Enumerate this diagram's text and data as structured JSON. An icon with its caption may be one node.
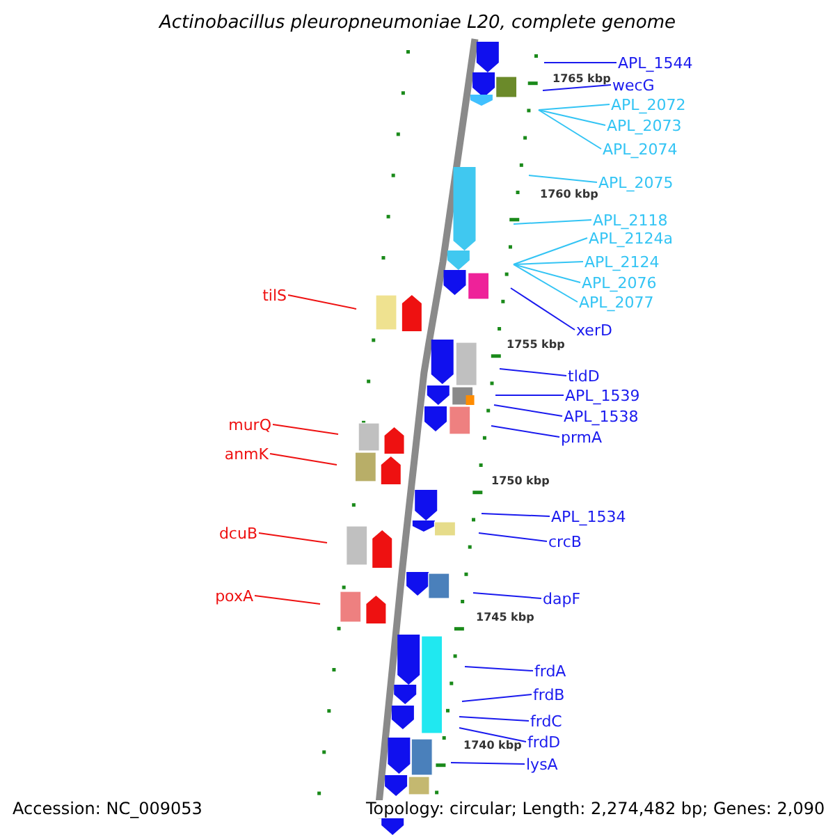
{
  "diagram": {
    "title": "Actinobacillus pleuropneumoniae L20, complete genome",
    "nodes": [
      {
        "text": [
          "APL_1544"
        ]
      },
      {
        "text": [
          "wecG"
        ]
      },
      {
        "text": [
          "APL_2072"
        ]
      },
      {
        "text": [
          "APL_2073"
        ]
      },
      {
        "text": [
          "APL_2074"
        ]
      },
      {
        "text": [
          "APL_2075"
        ]
      },
      {
        "text": [
          "APL_2118"
        ]
      },
      {
        "text": [
          "APL_2124a"
        ]
      },
      {
        "text": [
          "APL_2124"
        ]
      },
      {
        "text": [
          "APL_2076"
        ]
      },
      {
        "text": [
          "APL_2077"
        ]
      },
      {
        "text": [
          "xerD"
        ]
      },
      {
        "text": [
          "tilS"
        ]
      },
      {
        "text": [
          "tldD"
        ]
      },
      {
        "text": [
          "APL_1539"
        ]
      },
      {
        "text": [
          "APL_1538"
        ]
      },
      {
        "text": [
          "prmA"
        ]
      },
      {
        "text": [
          "murQ"
        ]
      },
      {
        "text": [
          "anmK"
        ]
      },
      {
        "text": [
          "APL_1534"
        ]
      },
      {
        "text": [
          "crcB"
        ]
      },
      {
        "text": [
          "dcuB"
        ]
      },
      {
        "text": [
          "dapF"
        ]
      },
      {
        "text": [
          "poxA"
        ]
      },
      {
        "text": [
          "frdA"
        ]
      },
      {
        "text": [
          "frdB"
        ]
      },
      {
        "text": [
          "frdC"
        ]
      },
      {
        "text": [
          "frdD"
        ]
      },
      {
        "text": [
          "lysA"
        ]
      }
    ],
    "edges": [
      {
        "from": 0,
        "to": null,
        "arrow": "none"
      },
      {
        "from": 1,
        "to": null,
        "arrow": "none"
      },
      {
        "from": 2,
        "to": null,
        "arrow": "none",
        "color": "#33c4f4"
      },
      {
        "from": 3,
        "to": null,
        "arrow": "none",
        "color": "#33c4f4"
      },
      {
        "from": 4,
        "to": null,
        "arrow": "none",
        "color": "#33c4f4"
      },
      {
        "from": 5,
        "to": null,
        "arrow": "none",
        "color": "#33c4f4"
      },
      {
        "from": 6,
        "to": null,
        "arrow": "none",
        "color": "#33c4f4"
      },
      {
        "from": 7,
        "to": null,
        "arrow": "none",
        "color": "#33c4f4"
      },
      {
        "from": 8,
        "to": null,
        "arrow": "none",
        "color": "#33c4f4"
      },
      {
        "from": 9,
        "to": null,
        "arrow": "none",
        "color": "#33c4f4"
      },
      {
        "from": 10,
        "to": null,
        "arrow": "none",
        "color": "#33c4f4"
      },
      {
        "from": 11,
        "to": null,
        "arrow": "none"
      },
      {
        "from": 12,
        "to": null,
        "arrow": "none",
        "color": "#ee1111"
      },
      {
        "from": 13,
        "to": null,
        "arrow": "none"
      },
      {
        "from": 14,
        "to": null,
        "arrow": "none"
      },
      {
        "from": 15,
        "to": null,
        "arrow": "none"
      },
      {
        "from": 16,
        "to": null,
        "arrow": "none"
      },
      {
        "from": 17,
        "to": null,
        "arrow": "none",
        "color": "#ee1111"
      },
      {
        "from": 18,
        "to": null,
        "arrow": "none",
        "color": "#ee1111"
      },
      {
        "from": 19,
        "to": null,
        "arrow": "none"
      },
      {
        "from": 20,
        "to": null,
        "arrow": "none"
      },
      {
        "from": 21,
        "to": null,
        "arrow": "none",
        "color": "#ee1111"
      },
      {
        "from": 22,
        "to": null,
        "arrow": "none"
      },
      {
        "from": 23,
        "to": null,
        "arrow": "none",
        "color": "#ee1111"
      },
      {
        "from": 24,
        "to": null,
        "arrow": "none"
      },
      {
        "from": 25,
        "to": null,
        "arrow": "none"
      },
      {
        "from": 26,
        "to": null,
        "arrow": "none"
      },
      {
        "from": 27,
        "to": null,
        "arrow": "none"
      },
      {
        "from": 28,
        "to": null,
        "arrow": "none"
      }
    ],
    "labels": [
      "1765 kbp",
      "1760 kbp",
      "1755 kbp",
      "1750 kbp",
      "1745 kbp",
      "1740 kbp",
      "Accession: NC_009053",
      "Topology: circular; Length: 2,274,482 bp; Genes: 2,090"
    ]
  }
}
